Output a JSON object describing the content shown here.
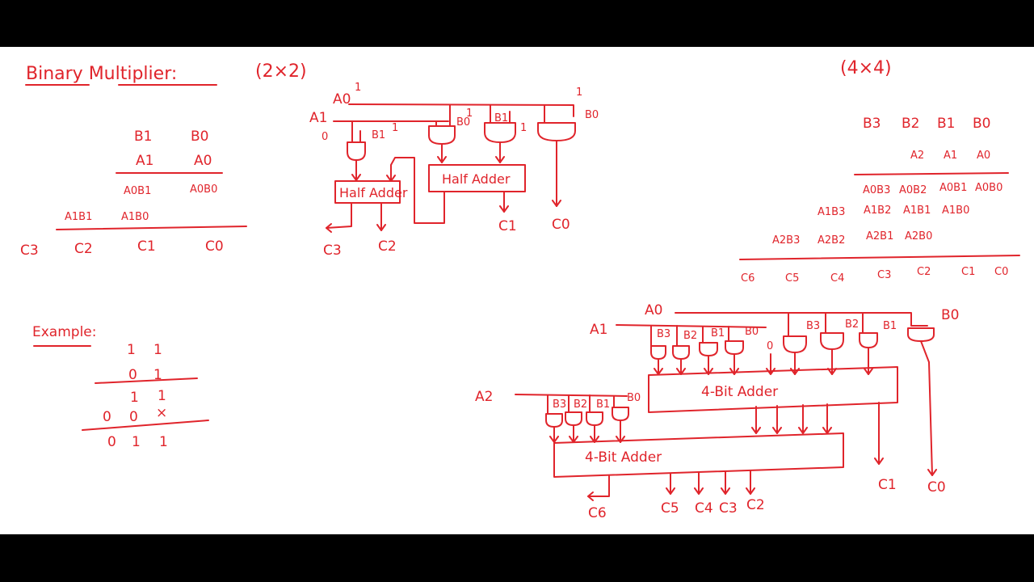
{
  "title": {
    "main": "Binary Multiplier:",
    "size_2x2": "(2×2)",
    "size_4x4": "(4×4)"
  },
  "mult2x2": {
    "row_b": [
      "B1",
      "B0"
    ],
    "row_a": [
      "A1",
      "A0"
    ],
    "pp0": [
      "A0B1",
      "A0B0"
    ],
    "pp1": [
      "A1B1",
      "A1B0"
    ],
    "result": [
      "C3",
      "C2",
      "C1",
      "C0"
    ]
  },
  "example": {
    "label": "Example:",
    "rows": [
      [
        "1",
        "1"
      ],
      [
        "0",
        "1"
      ],
      [
        "1",
        "1"
      ],
      [
        "0",
        "0",
        "×"
      ],
      [
        "0",
        "1",
        "1"
      ]
    ]
  },
  "circuit2x2": {
    "inputs": [
      "A0",
      "A1",
      "B0",
      "B1"
    ],
    "bit_marks": [
      "1",
      "0",
      "1",
      "1",
      "1",
      "1"
    ],
    "half_adder_1": "Half Adder",
    "half_adder_2": "Half Adder",
    "outputs": [
      "C3",
      "C2",
      "C1",
      "C0"
    ]
  },
  "mult4x4": {
    "row_b": [
      "B3",
      "B2",
      "B1",
      "B0"
    ],
    "row_a": [
      "A2",
      "A1",
      "A0"
    ],
    "pp0": [
      "A0B3",
      "A0B2",
      "A0B1",
      "A0B0"
    ],
    "pp1": [
      "A1B3",
      "A1B2",
      "A1B1",
      "A1B0"
    ],
    "pp2": [
      "A2B3",
      "A2B2",
      "A2B1",
      "A2B0"
    ],
    "result": [
      "C6",
      "C5",
      "C4",
      "C3",
      "C2",
      "C1",
      "C0"
    ]
  },
  "circuit4x4": {
    "inputs": [
      "A0",
      "A1",
      "A2",
      "B0"
    ],
    "gate_labels": [
      "B3",
      "B2",
      "B1",
      "B0",
      "B3",
      "B2",
      "B1",
      "B3",
      "B2",
      "B1",
      "B0"
    ],
    "carry_in": "0",
    "adder_1": "4-Bit Adder",
    "adder_2": "4-Bit Adder",
    "outputs": [
      "C6",
      "C5",
      "C4",
      "C3",
      "C2",
      "C1",
      "C0"
    ]
  },
  "colors": {
    "ink": "#e0242b",
    "background": "#ffffff",
    "frame": "#000000"
  }
}
